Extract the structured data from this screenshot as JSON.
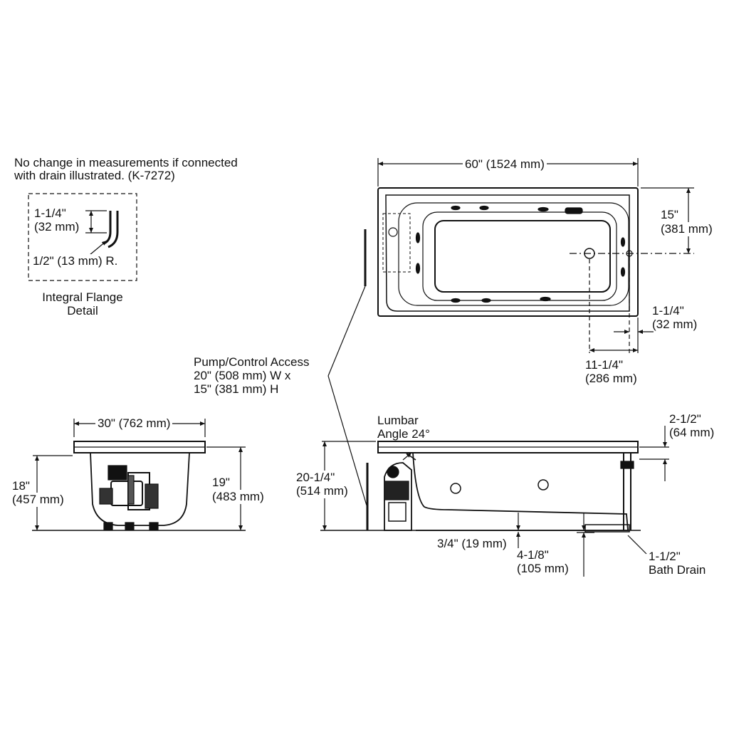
{
  "notes": {
    "drain_note_line1": "No change in measurements if connected",
    "drain_note_line2": "with drain illustrated. (K-7272)"
  },
  "flange_detail": {
    "height_in": "1-1/4\"",
    "height_mm": "(32 mm)",
    "radius": "1/2\" (13 mm) R.",
    "caption_line1": "Integral Flange",
    "caption_line2": "Detail"
  },
  "top_view": {
    "length": "60\" (1524 mm)",
    "drain_offset_in": "15\"",
    "drain_offset_mm": "(381 mm)",
    "flange_in": "1-1/4\"",
    "flange_mm": "(32 mm)",
    "drain_center_in": "11-1/4\"",
    "drain_center_mm": "(286 mm)"
  },
  "pump_access": {
    "line1": "Pump/Control Access",
    "line2": "20\" (508 mm) W x",
    "line3": "15\" (381 mm) H"
  },
  "end_view": {
    "width": "30\" (762 mm)",
    "height_outer_in": "18\"",
    "height_outer_mm": "(457 mm)",
    "height_inner_in": "19\"",
    "height_inner_mm": "(483 mm)"
  },
  "side_view": {
    "lumbar_line1": "Lumbar",
    "lumbar_line2": "Angle 24°",
    "rim_in": "2-1/2\"",
    "rim_mm": "(64 mm)",
    "height_in": "20-1/4\"",
    "height_mm": "(514 mm)",
    "foot": "3/4\" (19 mm)",
    "drain_height_in": "4-1/8\"",
    "drain_height_mm": "(105 mm)",
    "drain_size": "1-1/2\"",
    "drain_name": "Bath Drain"
  }
}
